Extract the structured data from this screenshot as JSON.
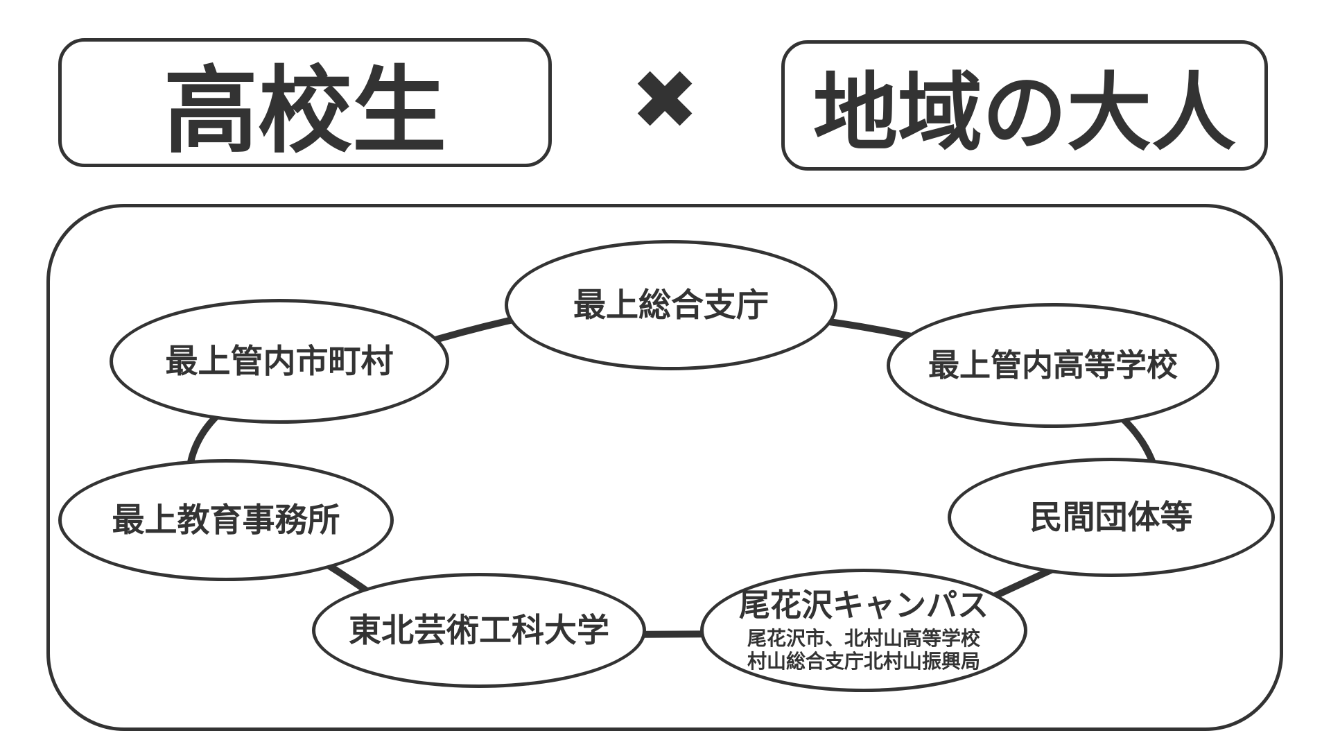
{
  "title_row": {
    "left_box_label": "高校生",
    "cross_symbol": "✖",
    "right_box_label": "地域の大人"
  },
  "network": {
    "nodes": [
      {
        "label": "最上総合支庁"
      },
      {
        "label": "最上管内市町村"
      },
      {
        "label": "最上管内高等学校"
      },
      {
        "label": "最上教育事務所"
      },
      {
        "label": "民間団体等"
      },
      {
        "label": "東北芸術工科大学"
      },
      {
        "label": "尾花沢キャンパス",
        "sublines": [
          "尾花沢市、北村山高等学校",
          "村山総合支庁北村山振興局"
        ]
      }
    ]
  },
  "colors": {
    "ink": "#333333",
    "background": "#ffffff"
  }
}
